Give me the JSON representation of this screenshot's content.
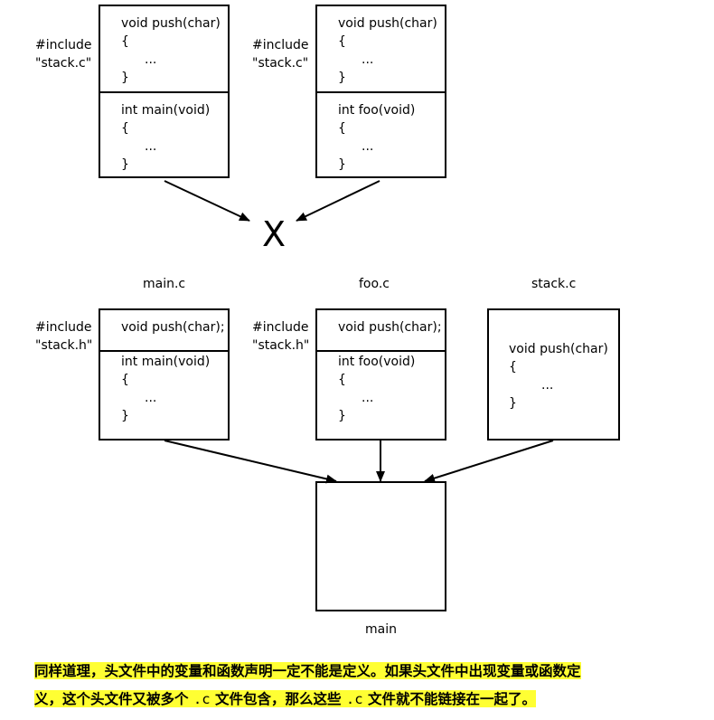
{
  "top_left": {
    "include": [
      "#include",
      "\"stack.c\""
    ],
    "upper": [
      "void push(char)",
      "{",
      "...",
      "}"
    ],
    "lower": [
      "int main(void)",
      "{",
      "...",
      "}"
    ]
  },
  "top_right": {
    "include": [
      "#include",
      "\"stack.c\""
    ],
    "upper": [
      "void push(char)",
      "{",
      "...",
      "}"
    ],
    "lower": [
      "int foo(void)",
      "{",
      "...",
      "}"
    ]
  },
  "x_mark": "X",
  "files": {
    "main_c": "main.c",
    "foo_c": "foo.c",
    "stack_c": "stack.c"
  },
  "bottom_left": {
    "include": [
      "#include",
      "\"stack.h\""
    ],
    "upper": [
      "void push(char);"
    ],
    "lower": [
      "int main(void)",
      "{",
      "...",
      "}"
    ]
  },
  "bottom_middle": {
    "include": [
      "#include",
      "\"stack.h\""
    ],
    "upper": [
      "void push(char);"
    ],
    "lower": [
      "int foo(void)",
      "{",
      "...",
      "}"
    ]
  },
  "bottom_right": {
    "code": [
      "void push(char)",
      "{",
      "...",
      "}"
    ]
  },
  "output_label": "main",
  "caption": {
    "line1": "同样道理，头文件中的变量和函数声明一定不能是定义。如果头文件中出现变量或函数定",
    "line2_a": "义，这个头文件又被多个",
    "ext1": ".c",
    "line2_b": "文件包含，那么这些",
    "ext2": ".c",
    "line2_c": "文件就不能链接在一起了。"
  },
  "highlight_color": "#ffff33"
}
